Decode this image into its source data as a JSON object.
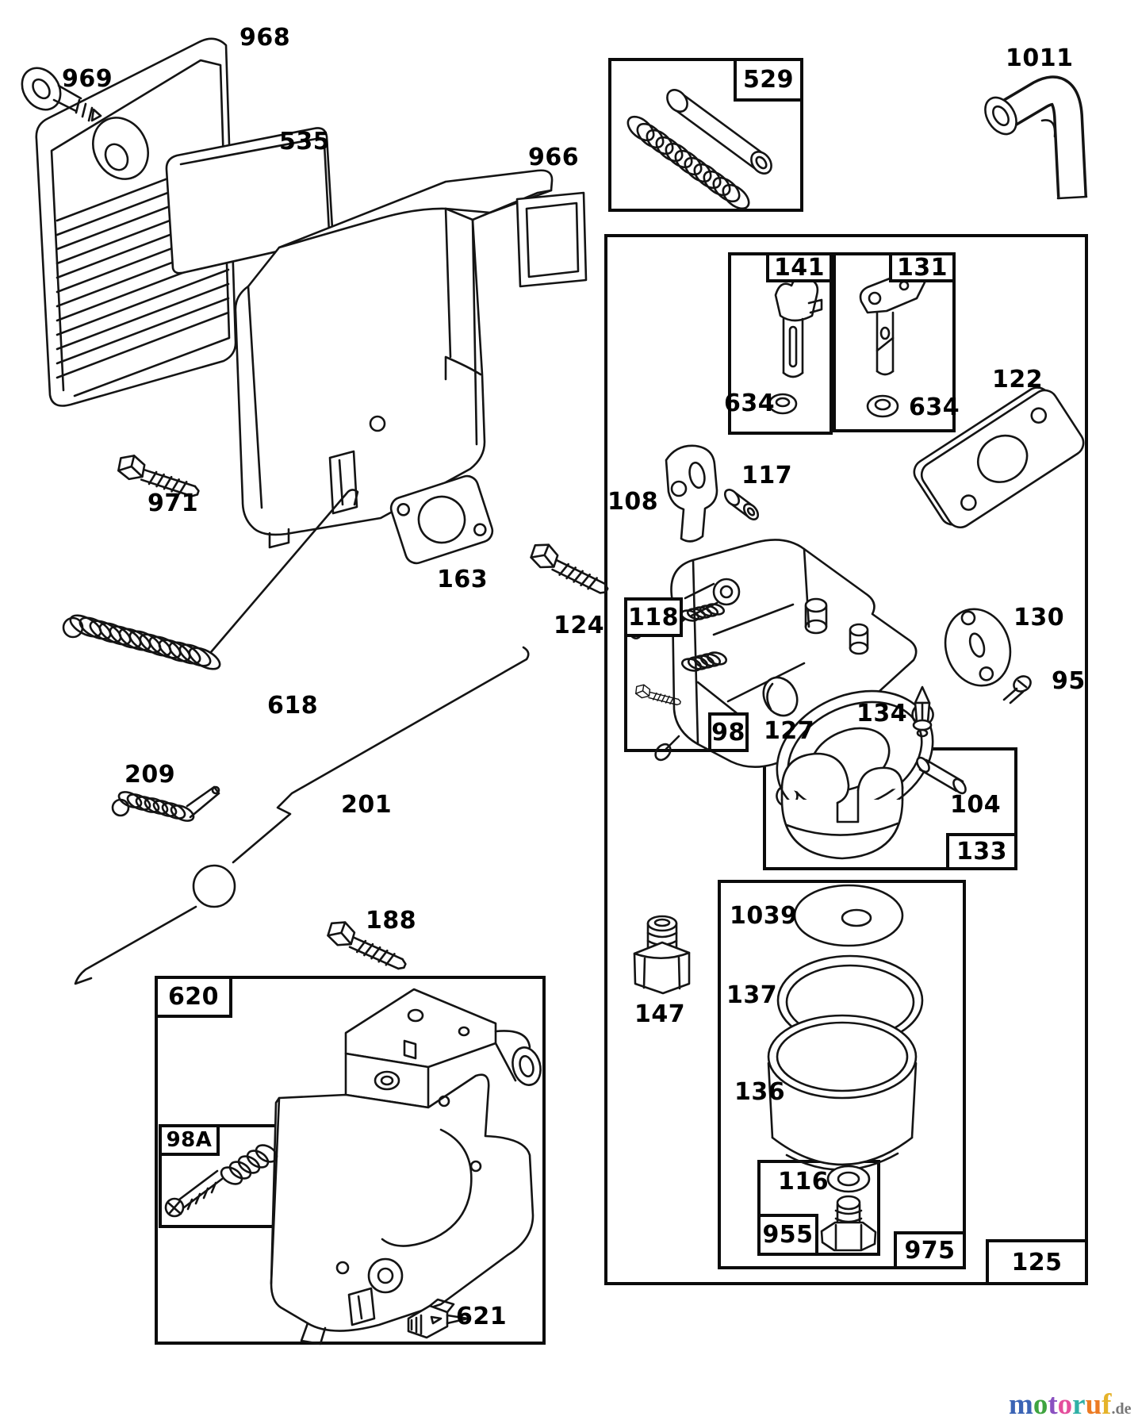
{
  "labels": {
    "p968": "968",
    "p969": "969",
    "p535": "535",
    "p966": "966",
    "p971": "971",
    "p163": "163",
    "p124": "124",
    "p618": "618",
    "p209": "209",
    "p201": "201",
    "p188": "188",
    "p621": "621",
    "p1011": "1011",
    "p122": "122",
    "p108": "108",
    "p117": "117",
    "p634l": "634",
    "p634r": "634",
    "p130": "130",
    "p95": "95",
    "p127": "127",
    "p134": "134",
    "p104": "104",
    "p1039": "1039",
    "p137": "137",
    "p136": "136",
    "p147": "147",
    "p116": "116",
    "b529": "529",
    "b141": "141",
    "b131": "131",
    "b118": "118",
    "b98": "98",
    "b133": "133",
    "b975": "975",
    "b955": "955",
    "b125": "125",
    "b620": "620",
    "b98a": "98A"
  },
  "watermark": {
    "letters": [
      {
        "ch": "m",
        "color": "#3b64b5"
      },
      {
        "ch": "o",
        "color": "#3fa440"
      },
      {
        "ch": "t",
        "color": "#8a50c0"
      },
      {
        "ch": "o",
        "color": "#e44e9c"
      },
      {
        "ch": "r",
        "color": "#2fb0a6"
      },
      {
        "ch": "u",
        "color": "#ec7b23"
      },
      {
        "ch": "f",
        "color": "#e5b32a"
      }
    ],
    "suffix": ".de",
    "suffix_color": "#777777"
  }
}
